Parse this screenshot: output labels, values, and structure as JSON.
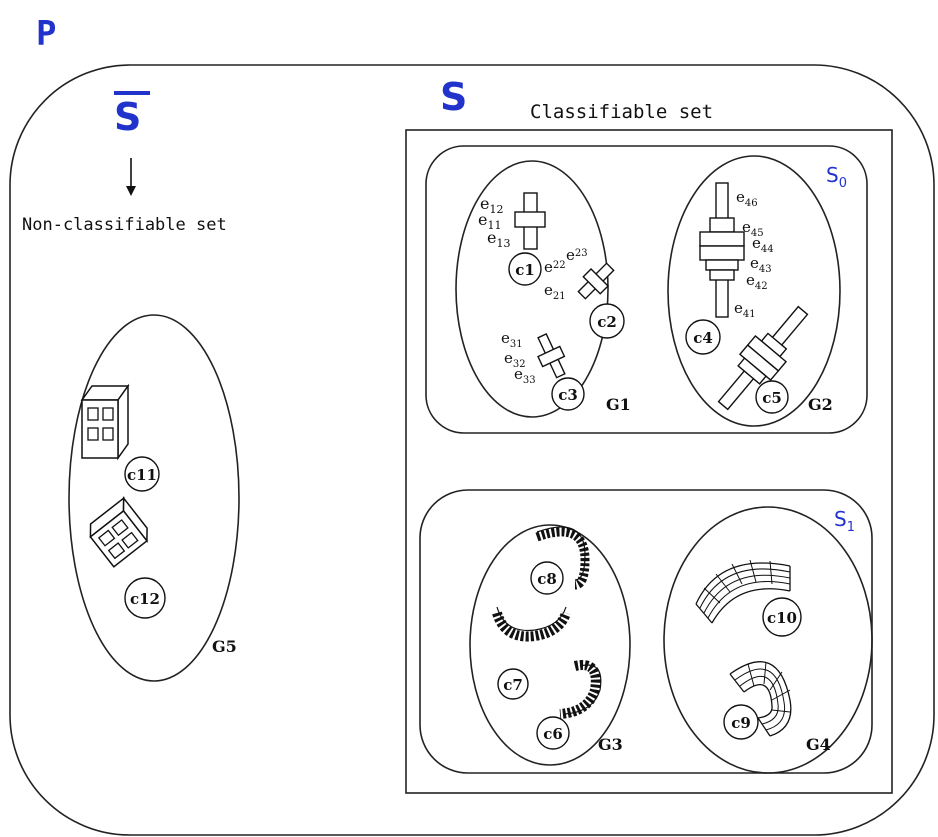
{
  "title_p": "P",
  "set_s_bar": {
    "symbol": "S",
    "caption": "Non-classifiable set"
  },
  "set_s": {
    "symbol": "S",
    "caption": "Classifiable set"
  },
  "subset_s0": {
    "base": "S",
    "sub": "0"
  },
  "subset_s1": {
    "base": "S",
    "sub": "1"
  },
  "groups": {
    "g1": "G1",
    "g2": "G2",
    "g3": "G3",
    "g4": "G4",
    "g5": "G5"
  },
  "components": {
    "c1": "c1",
    "c2": "c2",
    "c3": "c3",
    "c4": "c4",
    "c5": "c5",
    "c6": "c6",
    "c7": "c7",
    "c8": "c8",
    "c9": "c9",
    "c10": "c10",
    "c11": "c11",
    "c12": "c12"
  },
  "edges": {
    "c1": [
      {
        "base": "e",
        "sub": "12"
      },
      {
        "base": "e",
        "sub": "11"
      },
      {
        "base": "e",
        "sub": "13"
      }
    ],
    "c2": [
      {
        "base": "e",
        "sub": "23"
      },
      {
        "base": "e",
        "sub": "22"
      },
      {
        "base": "e",
        "sub": "21"
      }
    ],
    "c3": [
      {
        "base": "e",
        "sub": "31"
      },
      {
        "base": "e",
        "sub": "32"
      },
      {
        "base": "e",
        "sub": "33"
      }
    ],
    "c4": [
      {
        "base": "e",
        "sub": "46"
      },
      {
        "base": "e",
        "sub": "45"
      },
      {
        "base": "e",
        "sub": "44"
      },
      {
        "base": "e",
        "sub": "43"
      },
      {
        "base": "e",
        "sub": "42"
      },
      {
        "base": "e",
        "sub": "41"
      }
    ]
  },
  "colors": {
    "accent_blue": "#2233cc",
    "ink": "#111111"
  }
}
